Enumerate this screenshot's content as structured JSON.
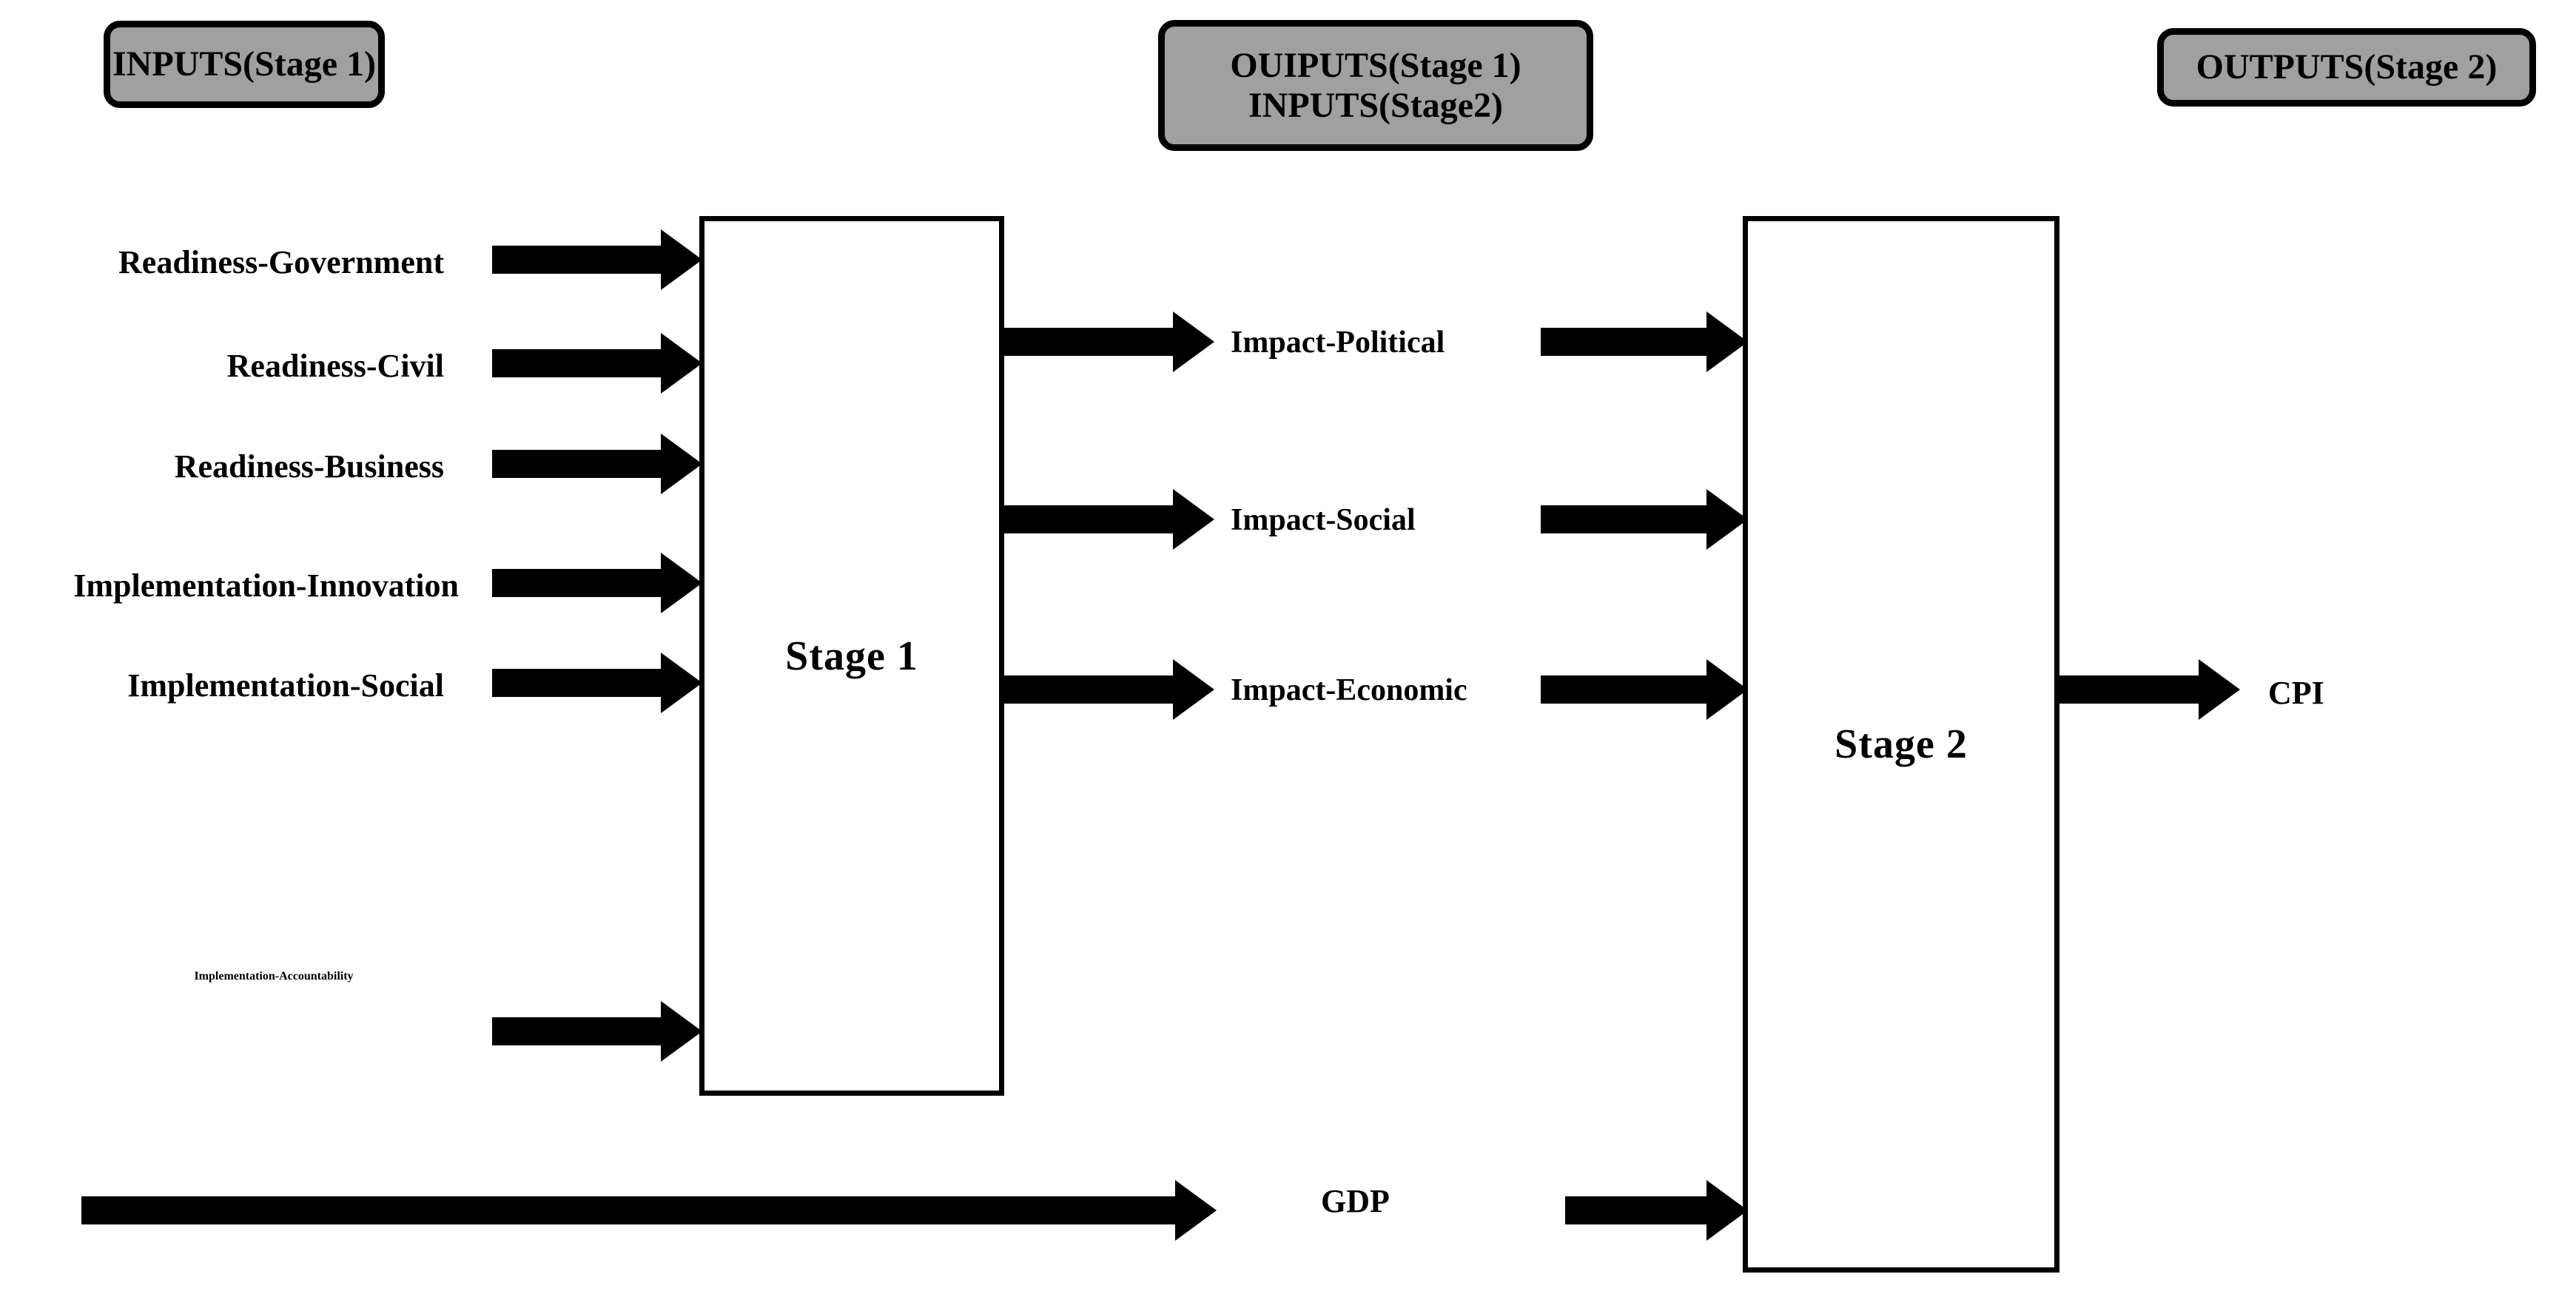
{
  "headers": {
    "inputs_stage1": "INPUTS(Stage 1)",
    "outputs_stage1_line1": "OUIPUTS(Stage 1)",
    "inputs_stage2_line2": "INPUTS(Stage2)",
    "outputs_stage2": "OUTPUTS(Stage 2)"
  },
  "stages": {
    "stage1_label": "Stage 1",
    "stage2_label": "Stage 2"
  },
  "stage1_inputs": [
    {
      "label": "Readiness-Government"
    },
    {
      "label": "Readiness-Civil"
    },
    {
      "label": "Readiness-Business"
    },
    {
      "label": "Implementation-Innovation"
    },
    {
      "label": "Implementation-Social"
    },
    {
      "label": "Implementation-Accountability"
    }
  ],
  "intermediates": [
    {
      "label": "Impact-Political"
    },
    {
      "label": "Impact-Social"
    },
    {
      "label": "Impact-Economic"
    }
  ],
  "bypass": {
    "label": "GDP"
  },
  "final_output": {
    "label": "CPI"
  },
  "colors": {
    "header_fill": "#a0a0a0",
    "stroke": "#000000",
    "box_fill": "#ffffff",
    "background": "#ffffff"
  },
  "chart_data": {
    "type": "diagram",
    "title": "Two-stage network DEA model",
    "nodes": [
      "Stage 1",
      "Stage 2"
    ],
    "stage1_inputs": [
      "Readiness-Government",
      "Readiness-Civil",
      "Readiness-Business",
      "Implementation-Innovation",
      "Implementation-Social",
      "Implementation-Accountability"
    ],
    "stage1_outputs_stage2_inputs": [
      "Impact-Political",
      "Impact-Social",
      "Impact-Economic"
    ],
    "additional_stage2_input": "GDP",
    "stage2_output": "CPI"
  }
}
